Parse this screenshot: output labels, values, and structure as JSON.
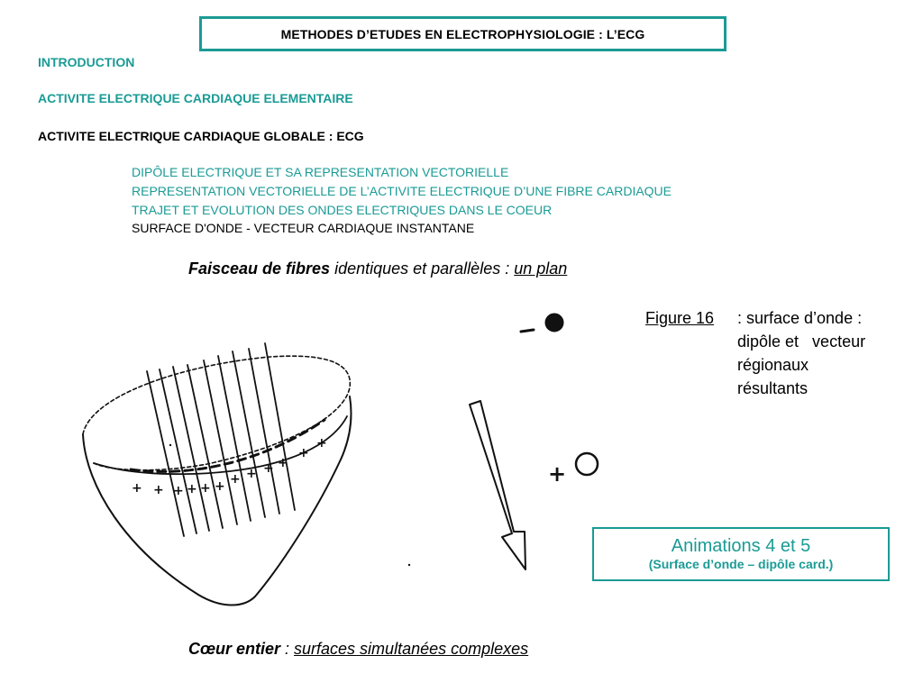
{
  "title": "METHODES D’ETUDES EN ELECTROPHYSIOLOGIE : L’ECG",
  "outline": {
    "main": [
      "INTRODUCTION",
      "ACTIVITE ELECTRIQUE CARDIAQUE ELEMENTAIRE",
      "ACTIVITE ELECTRIQUE CARDIAQUE GLOBALE : ECG"
    ],
    "sub": [
      "DIPÔLE ELECTRIQUE ET SA REPRESENTATION VECTORIELLE",
      "REPRESENTATION VECTORIELLE DE L’ACTIVITE ELECTRIQUE D’UNE FIBRE CARDIAQUE",
      "TRAJET ET EVOLUTION DES ONDES ELECTRIQUES DANS LE COEUR",
      "SURFACE D'ONDE - VECTEUR CARDIAQUE INSTANTANE"
    ],
    "colors": {
      "teal": "#1a9b95",
      "black": "#000000"
    }
  },
  "fibres_caption": {
    "bold": "Faisceau de fibres",
    "text": " identiques et parallèles : ",
    "underlined": "un plan"
  },
  "figure": {
    "label": "Figure 16",
    "lines": [
      ": surface d’onde :",
      "dipôle et   vecteur",
      "régionaux",
      "résultants"
    ]
  },
  "drawing": {
    "minus_sign": "-",
    "plus_sign": "+"
  },
  "animations": {
    "title": "Animations 4 et 5",
    "subtitle": "(Surface d’onde – dipôle card.)"
  },
  "coeur_caption": {
    "bold": "Cœur entier",
    "text": " : ",
    "underlined": "surfaces simultanées complexes"
  }
}
